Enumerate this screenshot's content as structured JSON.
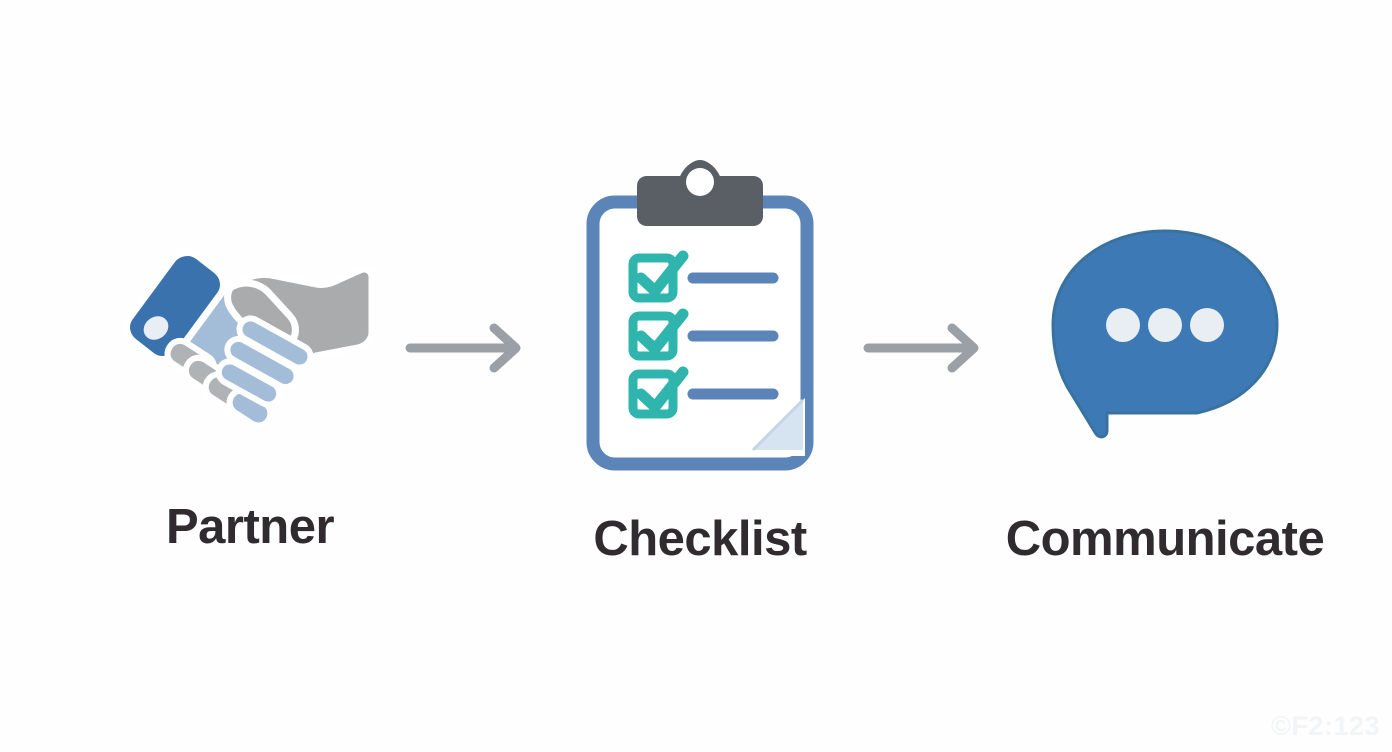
{
  "diagram": {
    "type": "process-flow",
    "orientation": "horizontal",
    "background_color": "#fefefe",
    "step_count": 3,
    "connector_count": 2,
    "steps": [
      {
        "id": "partner",
        "label": "Partner",
        "icon": "handshake-icon",
        "icon_colors": {
          "cuff": "#3a72ad",
          "hand_left": "#a3bdd9",
          "hand_right": "#a9abad",
          "outline": "#ffffff",
          "cuff_button": "#e7eef6"
        }
      },
      {
        "id": "checklist",
        "label": "Checklist",
        "icon": "clipboard-checklist-icon",
        "icon_colors": {
          "board_border": "#5b84b8",
          "paper": "#ffffff",
          "clip": "#5a5f66",
          "check_box": "#2fb5ae",
          "line": "#5b84b8",
          "corner_fold": "#d6e3f0"
        },
        "checklist_items": [
          {
            "checked": true
          },
          {
            "checked": true
          },
          {
            "checked": true
          }
        ]
      },
      {
        "id": "communicate",
        "label": "Communicate",
        "icon": "speech-bubble-icon",
        "icon_colors": {
          "bubble": "#3d7ab5",
          "bubble_edge": "#39719f",
          "dots": "#e9eef3"
        },
        "dot_count": 3
      }
    ],
    "connectors": [
      {
        "id": "connector-1",
        "icon": "arrow-right-icon",
        "color": "#9aa0a6",
        "from": "partner",
        "to": "checklist"
      },
      {
        "id": "connector-2",
        "icon": "arrow-right-icon",
        "color": "#9aa0a6",
        "from": "checklist",
        "to": "communicate"
      }
    ],
    "label_color": "#2f2b2e"
  },
  "watermark": {
    "text": "©F2:123",
    "color": "#f2f4f5"
  }
}
